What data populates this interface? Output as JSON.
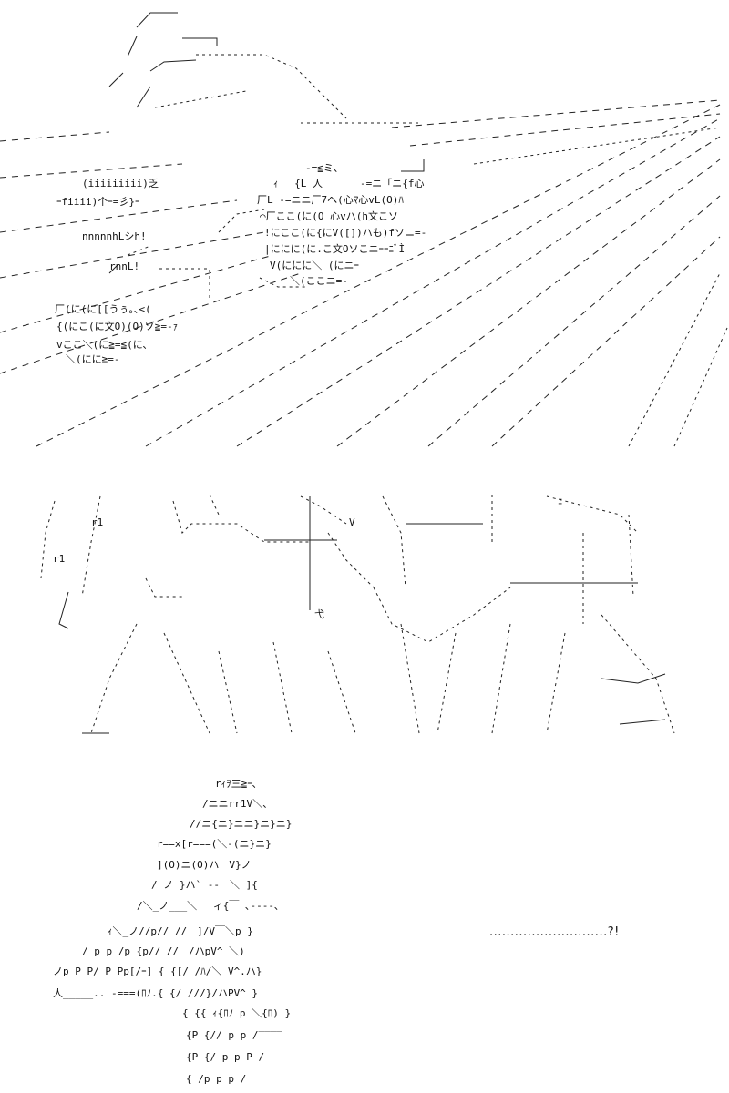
{
  "dialogue": {
    "exclamation": "............................?!"
  },
  "art": {
    "top_face_lines": [
      "(iiiiiiiii)乏",
      "ｰfiiii)个ｰ=彡}ｰ",
      "nnnnnhLシh!",
      "rnnL!",
      "厂(に(に[[うぅ｡､<(",
      "{(にこ(に文O)(O)ゾ≧=-ｧ",
      "vここ＼(に≧=≦(に、",
      "＼(にに≧=-"
    ],
    "top_right_lines": [
      "-=≦ミ、",
      "ｨ　 {L_人__",
      "-=ニ「ニ{f心",
      "厂L -=ニニ厂7へ(心ﾏ心vL(O)ﾊ",
      "⌒厂ここ(に(O 心vハ(h文こソ",
      "!にここ(に{にV([])ハも)fソニ=-",
      "|ににに(に.こ文OソこニｰｰﾆﾞÌ",
      "V(ににに＼ (にニｰ",
      "＼(ここニ=-"
    ],
    "bottom_face_lines": [
      "rｨｦ三≧ｰ､",
      "/ニニrr1V＼、",
      "//ニ{ニ}ニニ}ニ}ニ}",
      "r==x[r===(＼-(ニ}ニ}",
      "](O)ニ(O)ハ　V}ノ",
      "/ ノ }ハ` --　＼ ]{",
      "/＼_ノ___＼　 ィ{￣ ､----､",
      "ｨ＼_ノ//p// //　]/V￣＼p }",
      "/ p p /p {p// //　/ハpV^ ＼)",
      "ノp P P/ P Pp[/ｰ] { {[/ /ﾊ/＼ V^.ハ}",
      "人_____.. -===(ﾛﾉ.{ {/ ///}/ハPV^ }",
      "{ {{ ｨ{ﾛﾉ p ＼{ﾛ) }",
      "{P {// p p /‾‾‾‾",
      "{P {/ p p P /",
      "{ /p p p /"
    ],
    "mid_labels": [
      "ｪ",
      "r1",
      "r1",
      "V",
      "弋"
    ]
  }
}
